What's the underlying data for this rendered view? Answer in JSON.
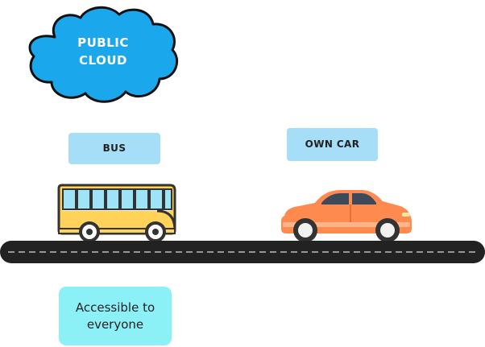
{
  "cloud": {
    "line1": "PUBLIC",
    "line2": "CLOUD",
    "color": "#1aa7ec",
    "outline": "#111111"
  },
  "labels": {
    "bus": "BUS",
    "own_car": "OWN CAR",
    "bus_description": "Accessible to everyone"
  },
  "colors": {
    "label_box": "#a6ddf7",
    "description_box": "#8cf0f7",
    "road": "#222222",
    "road_dash": "#bdbdbd",
    "bus_body": "#ffd25a",
    "bus_window": "#9fe3f6",
    "car_body": "#ff8a4f"
  },
  "icons": [
    "cloud-shape",
    "bus-icon",
    "car-icon",
    "road"
  ]
}
